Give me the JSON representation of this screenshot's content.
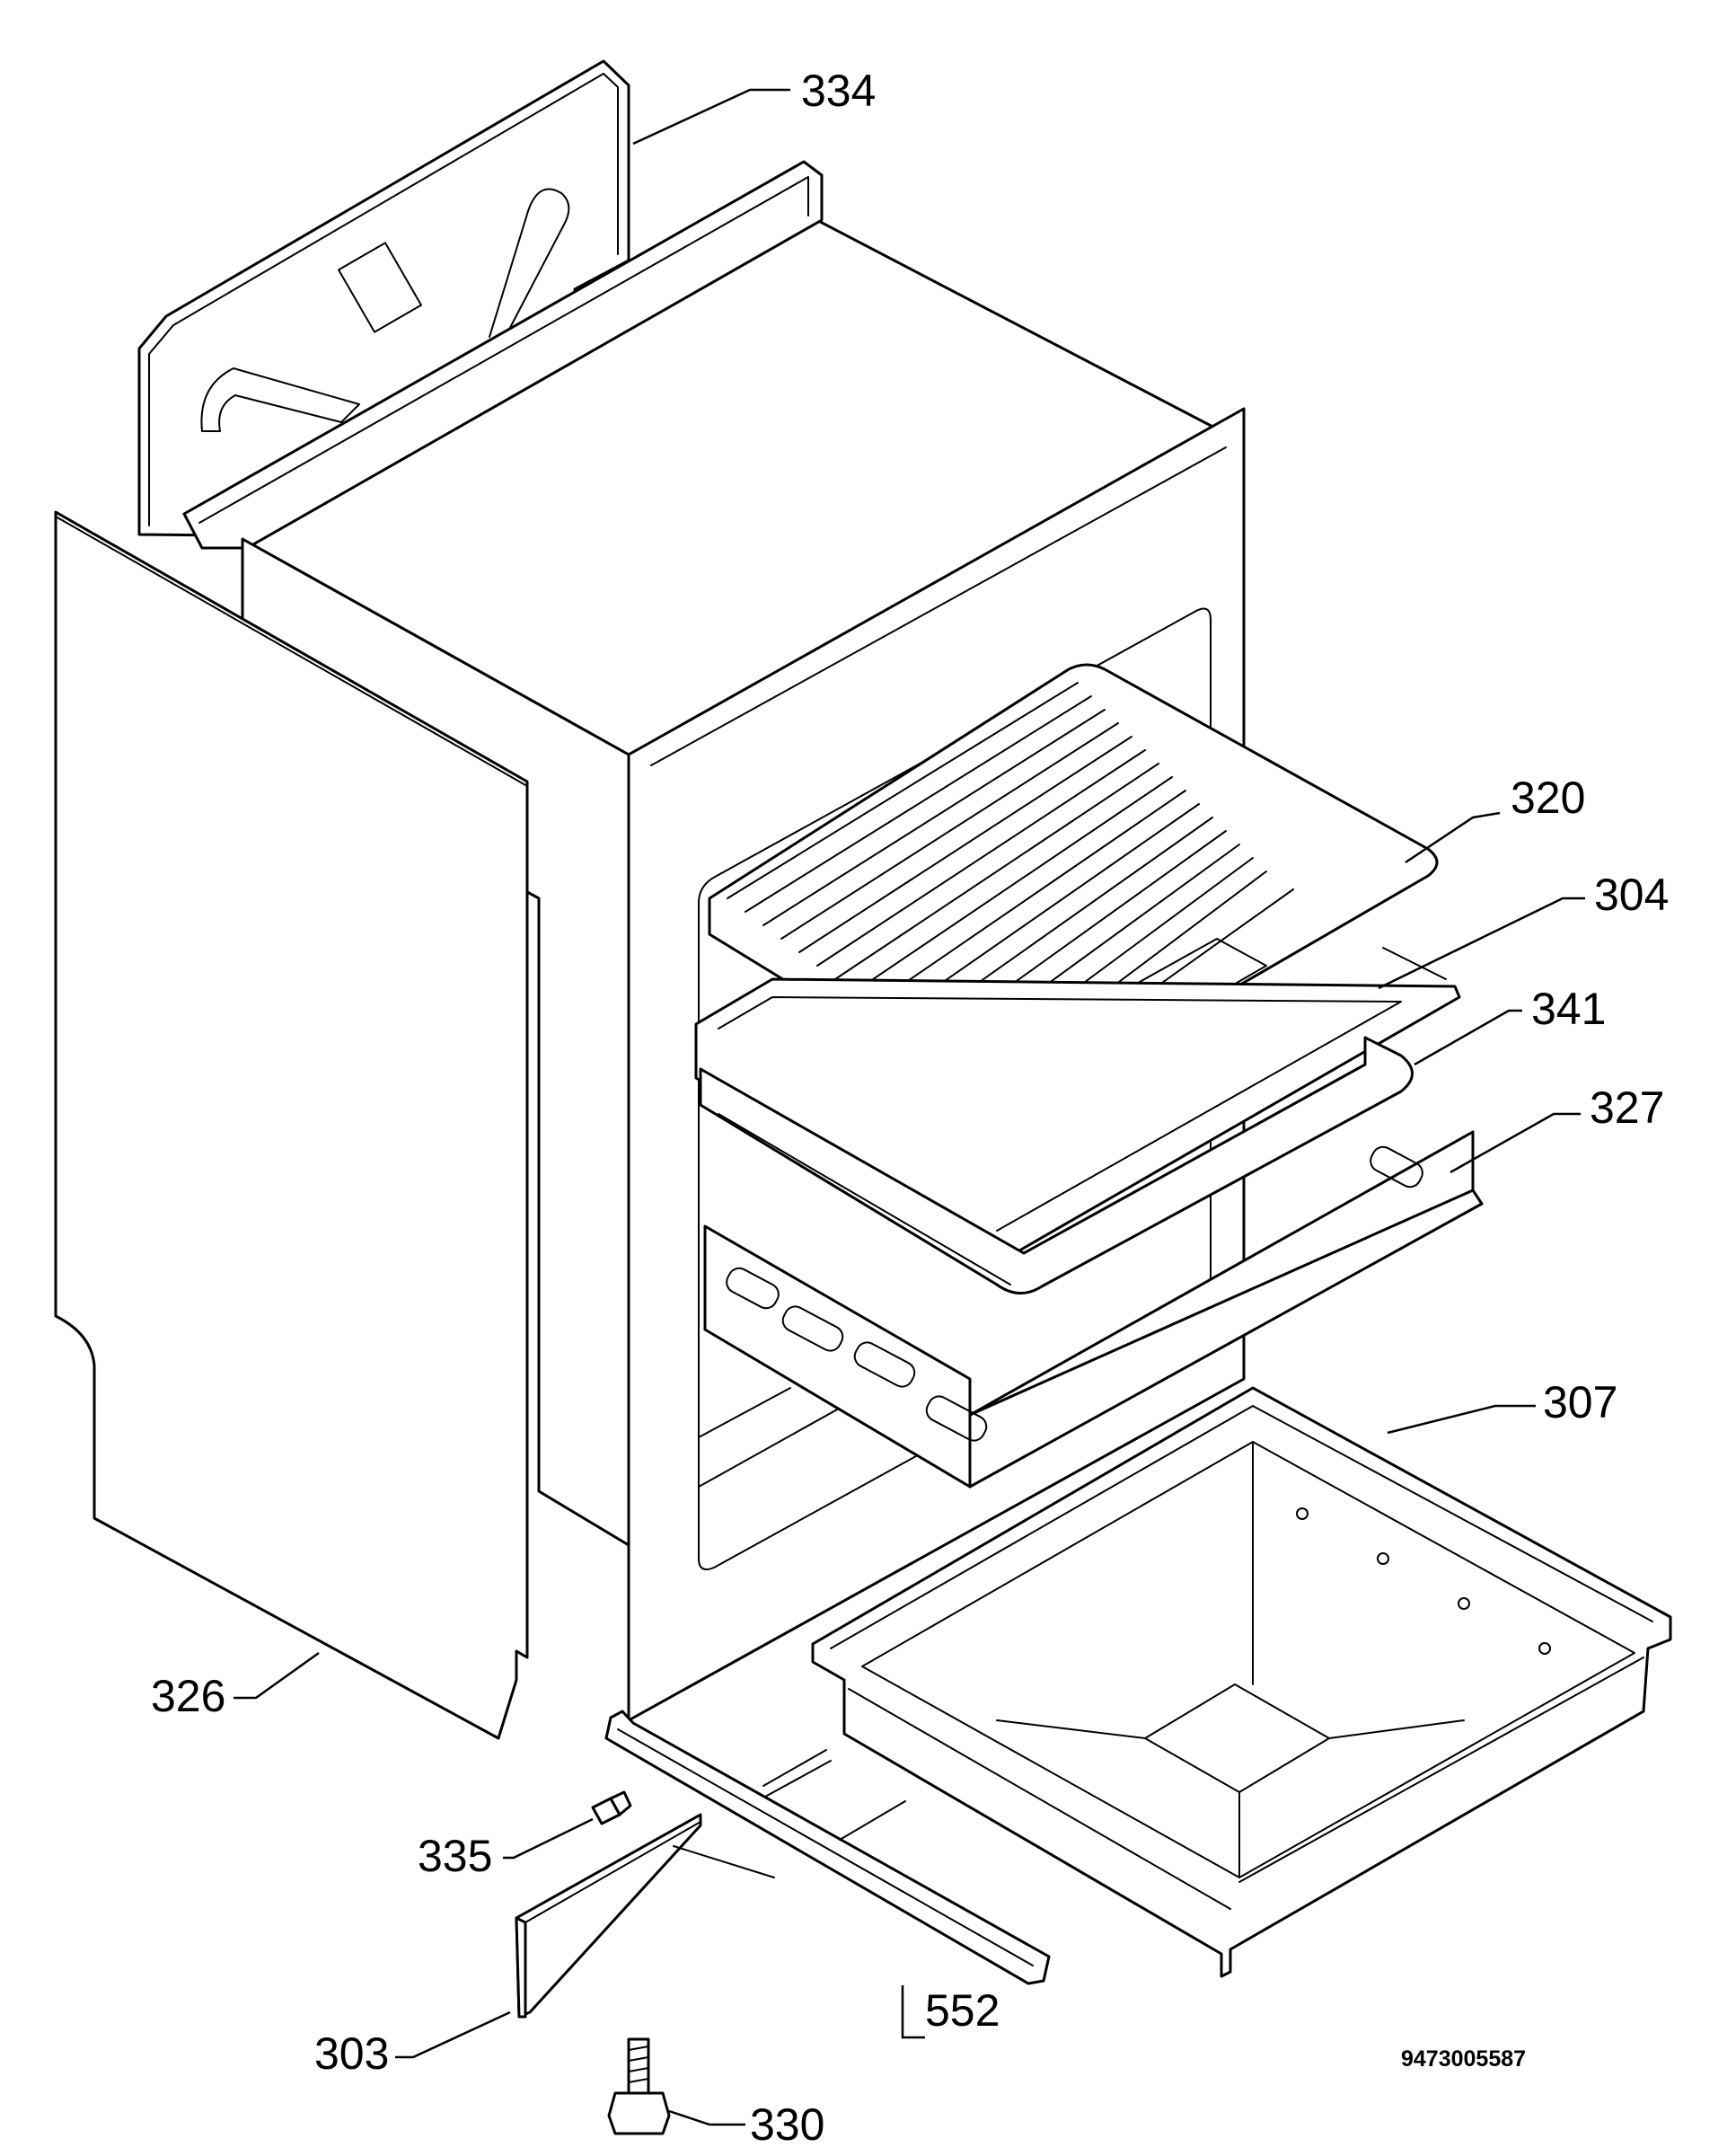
{
  "diagram": {
    "document_number": "9473005587",
    "callouts": [
      {
        "id": "c334",
        "label": "334"
      },
      {
        "id": "c320",
        "label": "320"
      },
      {
        "id": "c304",
        "label": "304"
      },
      {
        "id": "c341",
        "label": "341"
      },
      {
        "id": "c327",
        "label": "327"
      },
      {
        "id": "c307",
        "label": "307"
      },
      {
        "id": "c326",
        "label": "326"
      },
      {
        "id": "c335",
        "label": "335"
      },
      {
        "id": "c303",
        "label": "303"
      },
      {
        "id": "c552",
        "label": "552"
      },
      {
        "id": "c330",
        "label": "330"
      }
    ]
  }
}
